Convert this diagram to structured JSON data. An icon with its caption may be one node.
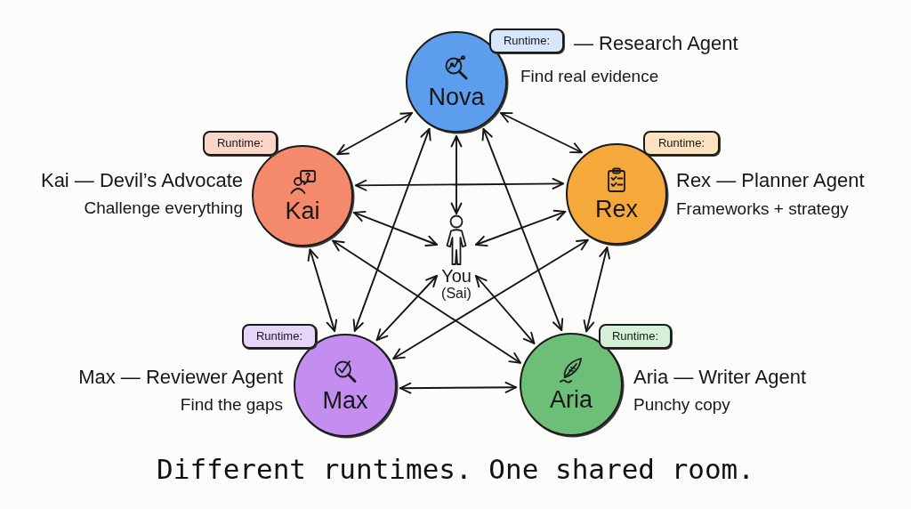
{
  "diagram": {
    "title": "Different runtimes. One shared room.",
    "nodes": [
      {
        "text": [
          "Nova"
        ],
        "beside": [
          "— Research Agent",
          "Find real evidence"
        ]
      },
      {
        "text": [
          "Runtime:"
        ]
      },
      {
        "text": [
          "Runtime:"
        ]
      },
      {
        "text": [
          "Kai"
        ],
        "beside": [
          "Kai — Devil’s Advocate",
          "Challenge everything"
        ]
      },
      {
        "text": [
          "Runtime:"
        ]
      },
      {
        "text": [
          "Rex"
        ],
        "beside": [
          "Rex — Planner Agent",
          "Frameworks + strategy"
        ]
      },
      {
        "text": [
          "You",
          "(Sai)"
        ]
      },
      {
        "text": [
          "Runtime:"
        ]
      },
      {
        "text": [
          "Max"
        ],
        "beside": [
          "Max — Reviewer Agent",
          "Find the gaps"
        ]
      },
      {
        "text": [
          "Runtime:"
        ]
      },
      {
        "text": [
          "Aria"
        ],
        "beside": [
          "Aria — Writer Agent",
          "Punchy copy"
        ]
      }
    ],
    "edges": [
      {
        "from": 0,
        "to": 3,
        "arrow": "both"
      },
      {
        "from": 0,
        "to": 5,
        "arrow": "both"
      },
      {
        "from": 0,
        "to": 6,
        "arrow": "both"
      },
      {
        "from": 0,
        "to": 8,
        "arrow": "both"
      },
      {
        "from": 0,
        "to": 10,
        "arrow": "both"
      },
      {
        "from": 3,
        "to": 5,
        "arrow": "both"
      },
      {
        "from": 3,
        "to": 6,
        "arrow": "both"
      },
      {
        "from": 3,
        "to": 8,
        "arrow": "both"
      },
      {
        "from": 3,
        "to": 10,
        "arrow": "both"
      },
      {
        "from": 5,
        "to": 6,
        "arrow": "both"
      },
      {
        "from": 5,
        "to": 8,
        "arrow": "both"
      },
      {
        "from": 5,
        "to": 10,
        "arrow": "both"
      },
      {
        "from": 8,
        "to": 6,
        "arrow": "both"
      },
      {
        "from": 10,
        "to": 6,
        "arrow": "both"
      },
      {
        "from": 8,
        "to": 10,
        "arrow": "both"
      }
    ]
  }
}
